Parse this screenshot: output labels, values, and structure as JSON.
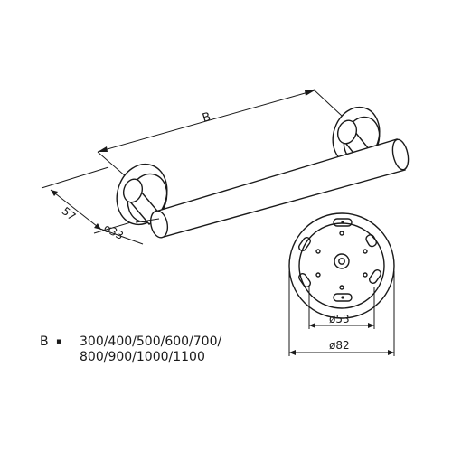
{
  "dimensions": {
    "length_label": "B",
    "projection_label": "57",
    "tube_diameter_label": "ø33",
    "hole_circle_label": "ø53",
    "rosette_diameter_label": "ø82"
  },
  "lengths": {
    "symbol": "B",
    "separator": "▪",
    "line1": "300/400/500/600/700/",
    "line2": "800/900/1000/1100"
  },
  "colors": {
    "stroke": "#1a1a1a",
    "background": "#ffffff"
  }
}
